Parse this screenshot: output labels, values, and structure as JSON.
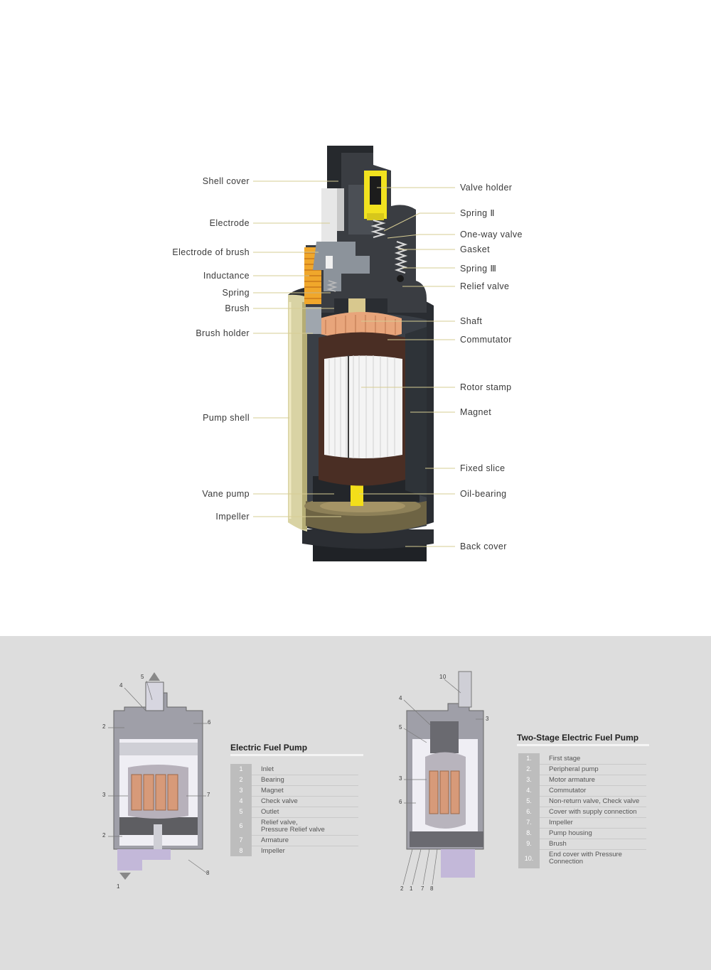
{
  "main_diagram": {
    "left_labels": [
      {
        "text": "Shell cover"
      },
      {
        "text": "Electrode"
      },
      {
        "text": "Electrode of brush"
      },
      {
        "text": "Inductance"
      },
      {
        "text": "Spring"
      },
      {
        "text": "Brush"
      },
      {
        "text": "Brush holder"
      },
      {
        "text": "Pump shell"
      },
      {
        "text": "Vane pump"
      },
      {
        "text": "Impeller"
      }
    ],
    "right_labels": [
      {
        "text": "Valve holder"
      },
      {
        "text": "Spring Ⅱ"
      },
      {
        "text": "One-way valve"
      },
      {
        "text": "Gasket"
      },
      {
        "text": "Spring Ⅲ"
      },
      {
        "text": "Relief valve"
      },
      {
        "text": "Shaft"
      },
      {
        "text": "Commutator"
      },
      {
        "text": "Rotor stamp"
      },
      {
        "text": "Magnet"
      },
      {
        "text": "Fixed slice"
      },
      {
        "text": "Oil-bearing"
      },
      {
        "text": "Back cover"
      }
    ]
  },
  "left_table": {
    "title": "Electric Fuel Pump",
    "rows": [
      {
        "num": "1",
        "text": "Inlet"
      },
      {
        "num": "2",
        "text": "Bearing"
      },
      {
        "num": "3",
        "text": "Magnet"
      },
      {
        "num": "4",
        "text": "Check valve"
      },
      {
        "num": "5",
        "text": "Outlet"
      },
      {
        "num": "6",
        "text": "Relief valve,\nPressure Relief valve"
      },
      {
        "num": "7",
        "text": "Armature"
      },
      {
        "num": "8",
        "text": "Impeller"
      }
    ],
    "callouts": [
      "5",
      "4",
      "2",
      "6",
      "3",
      "7",
      "2",
      "8",
      "1"
    ]
  },
  "right_table": {
    "title": "Two-Stage Electric Fuel Pump",
    "rows": [
      {
        "num": "1.",
        "text": "First stage"
      },
      {
        "num": "2.",
        "text": "Peripheral pump"
      },
      {
        "num": "3.",
        "text": "Motor armature"
      },
      {
        "num": "4.",
        "text": "Commutator"
      },
      {
        "num": "5.",
        "text": "Non-return valve, Check valve"
      },
      {
        "num": "6.",
        "text": "Cover with supply connection"
      },
      {
        "num": "7.",
        "text": "Impeller"
      },
      {
        "num": "8.",
        "text": "Pump housing"
      },
      {
        "num": "9.",
        "text": "Brush"
      },
      {
        "num": "10.",
        "text": "End cover with Pressure\nConnection"
      }
    ],
    "callouts": [
      "10",
      "4",
      "5",
      "3",
      "3",
      "6",
      "2",
      "1",
      "7",
      "8"
    ]
  }
}
